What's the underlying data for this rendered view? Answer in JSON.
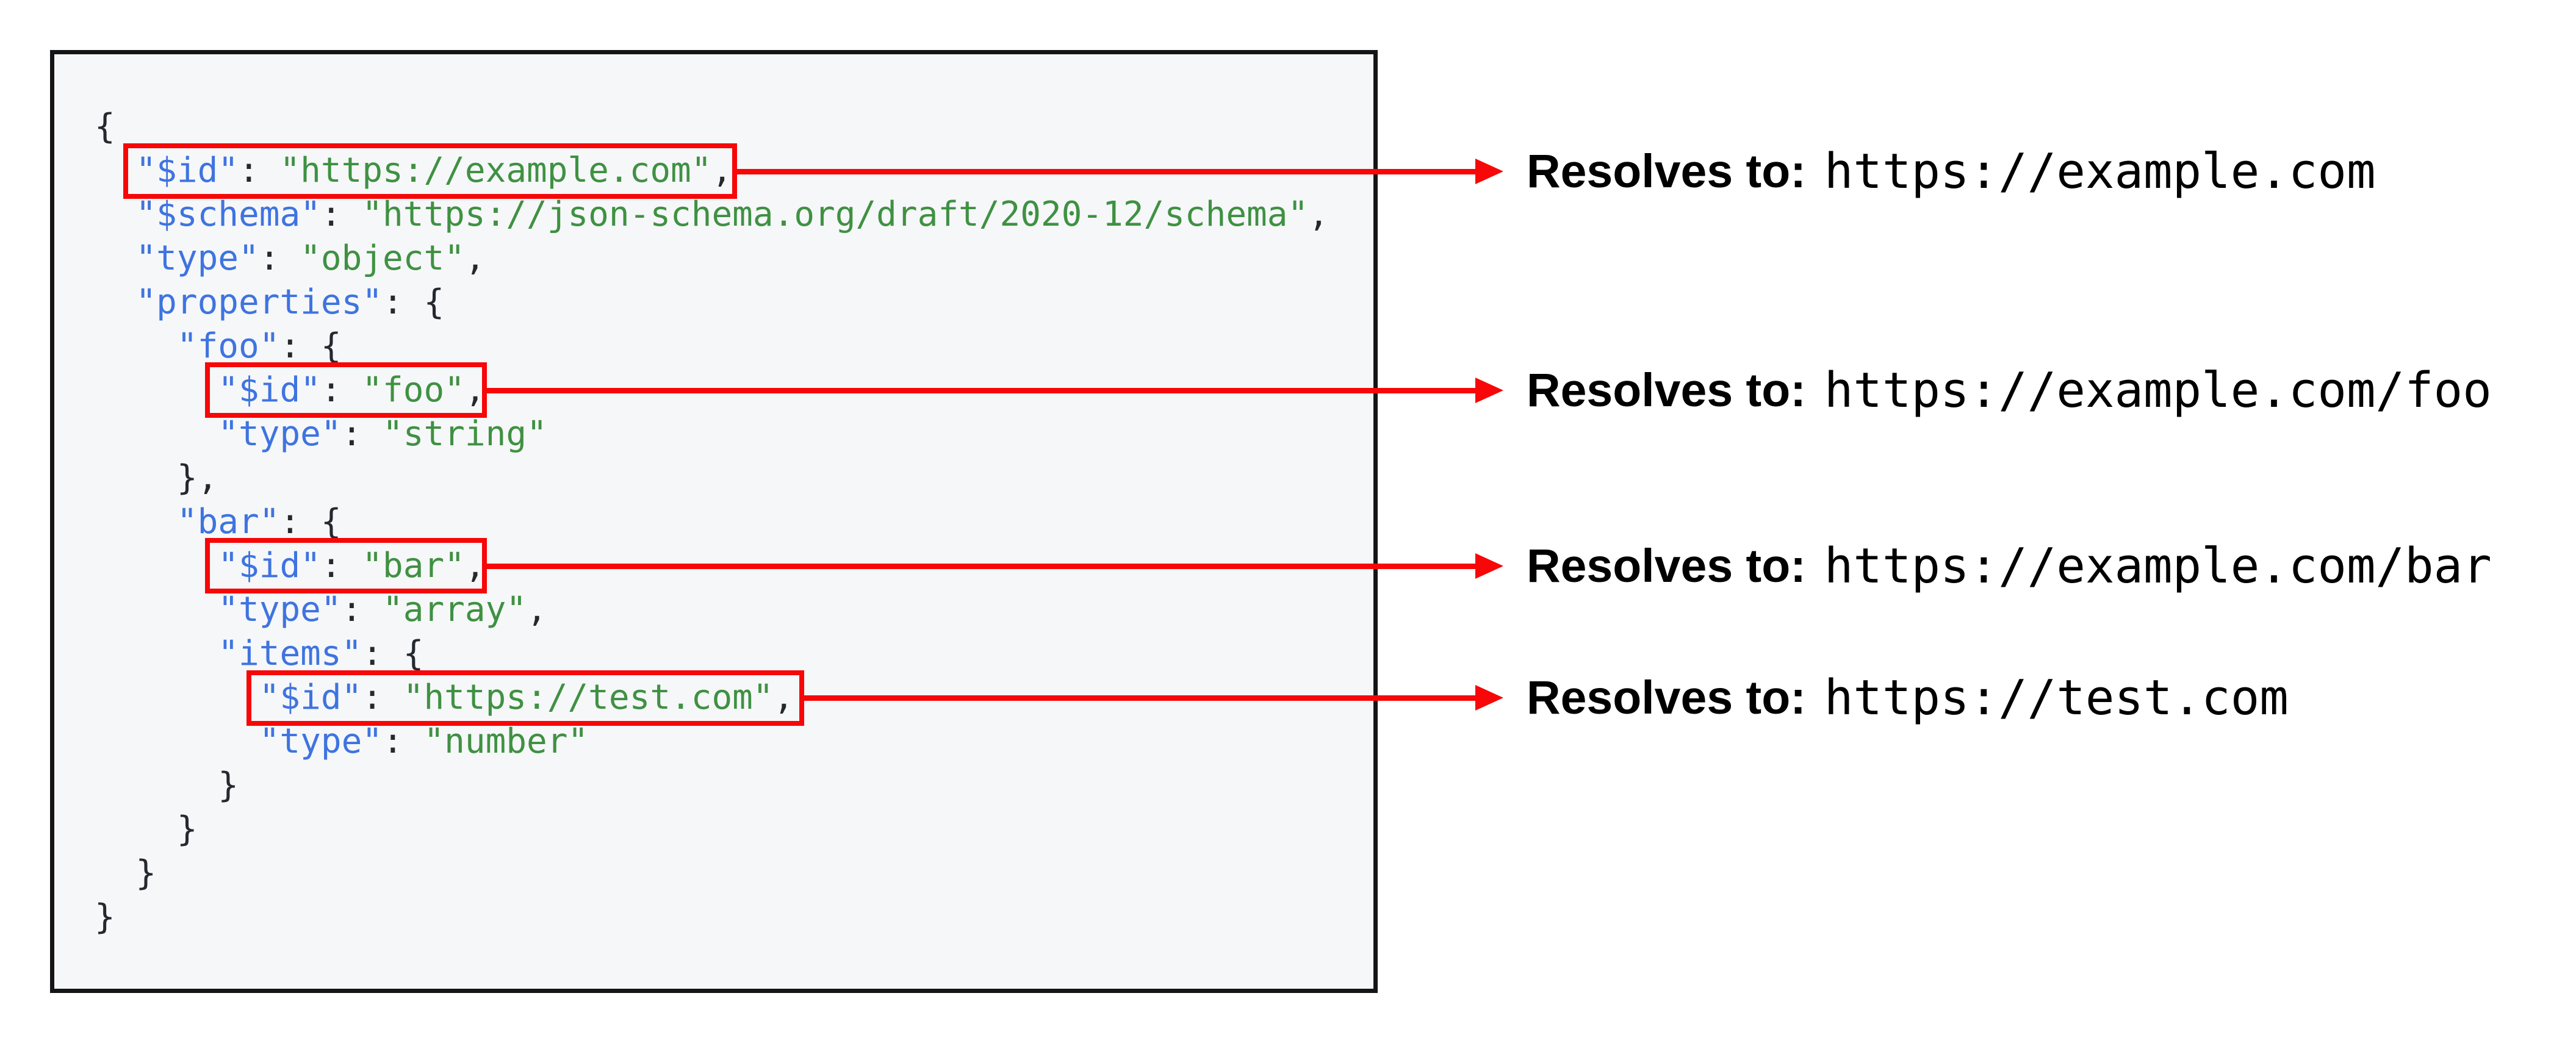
{
  "code": {
    "lines": [
      {
        "tokens": [
          [
            "p",
            "{"
          ]
        ]
      },
      {
        "tokens": [
          [
            "p",
            "  "
          ],
          [
            "k",
            "\"$id\""
          ],
          [
            "p",
            ": "
          ],
          [
            "s",
            "\"https://example.com\""
          ],
          [
            "p",
            ","
          ]
        ],
        "highlight": 1
      },
      {
        "tokens": [
          [
            "p",
            "  "
          ],
          [
            "k",
            "\"$schema\""
          ],
          [
            "p",
            ": "
          ],
          [
            "s",
            "\"https://json-schema.org/draft/2020-12/schema\""
          ],
          [
            "p",
            ","
          ]
        ]
      },
      {
        "tokens": [
          [
            "p",
            "  "
          ],
          [
            "k",
            "\"type\""
          ],
          [
            "p",
            ": "
          ],
          [
            "s",
            "\"object\""
          ],
          [
            "p",
            ","
          ]
        ]
      },
      {
        "tokens": [
          [
            "p",
            "  "
          ],
          [
            "k",
            "\"properties\""
          ],
          [
            "p",
            ": {"
          ]
        ]
      },
      {
        "tokens": [
          [
            "p",
            "    "
          ],
          [
            "k",
            "\"foo\""
          ],
          [
            "p",
            ": {"
          ]
        ]
      },
      {
        "tokens": [
          [
            "p",
            "      "
          ],
          [
            "k",
            "\"$id\""
          ],
          [
            "p",
            ": "
          ],
          [
            "s",
            "\"foo\""
          ],
          [
            "p",
            ","
          ]
        ],
        "highlight": 2
      },
      {
        "tokens": [
          [
            "p",
            "      "
          ],
          [
            "k",
            "\"type\""
          ],
          [
            "p",
            ": "
          ],
          [
            "s",
            "\"string\""
          ]
        ]
      },
      {
        "tokens": [
          [
            "p",
            "    },"
          ]
        ]
      },
      {
        "tokens": [
          [
            "p",
            "    "
          ],
          [
            "k",
            "\"bar\""
          ],
          [
            "p",
            ": {"
          ]
        ]
      },
      {
        "tokens": [
          [
            "p",
            "      "
          ],
          [
            "k",
            "\"$id\""
          ],
          [
            "p",
            ": "
          ],
          [
            "s",
            "\"bar\""
          ],
          [
            "p",
            ","
          ]
        ],
        "highlight": 3
      },
      {
        "tokens": [
          [
            "p",
            "      "
          ],
          [
            "k",
            "\"type\""
          ],
          [
            "p",
            ": "
          ],
          [
            "s",
            "\"array\""
          ],
          [
            "p",
            ","
          ]
        ]
      },
      {
        "tokens": [
          [
            "p",
            "      "
          ],
          [
            "k",
            "\"items\""
          ],
          [
            "p",
            ": {"
          ]
        ]
      },
      {
        "tokens": [
          [
            "p",
            "        "
          ],
          [
            "k",
            "\"$id\""
          ],
          [
            "p",
            ": "
          ],
          [
            "s",
            "\"https://test.com\""
          ],
          [
            "p",
            ","
          ]
        ],
        "highlight": 4
      },
      {
        "tokens": [
          [
            "p",
            "        "
          ],
          [
            "k",
            "\"type\""
          ],
          [
            "p",
            ": "
          ],
          [
            "s",
            "\"number\""
          ]
        ]
      },
      {
        "tokens": [
          [
            "p",
            "      }"
          ]
        ]
      },
      {
        "tokens": [
          [
            "p",
            "    }"
          ]
        ]
      },
      {
        "tokens": [
          [
            "p",
            "  }"
          ]
        ]
      },
      {
        "tokens": [
          [
            "p",
            "}"
          ]
        ]
      }
    ]
  },
  "annotations": [
    {
      "label": "Resolves to:",
      "url": "https://example.com"
    },
    {
      "label": "Resolves to:",
      "url": "https://example.com/foo"
    },
    {
      "label": "Resolves to:",
      "url": "https://example.com/bar"
    },
    {
      "label": "Resolves to:",
      "url": "https://test.com"
    }
  ],
  "icons": [
    {
      "name": "arrow-right-icon",
      "glyph": "red right-pointing triangle"
    }
  ],
  "colors": {
    "key": "#3e74e0",
    "string": "#3f9142",
    "punctuation": "#24292f",
    "highlight": "#f70707",
    "code_bg": "#f6f7f9",
    "code_border": "#151515",
    "annotation_text": "#000000",
    "page_bg": "#ffffff"
  }
}
